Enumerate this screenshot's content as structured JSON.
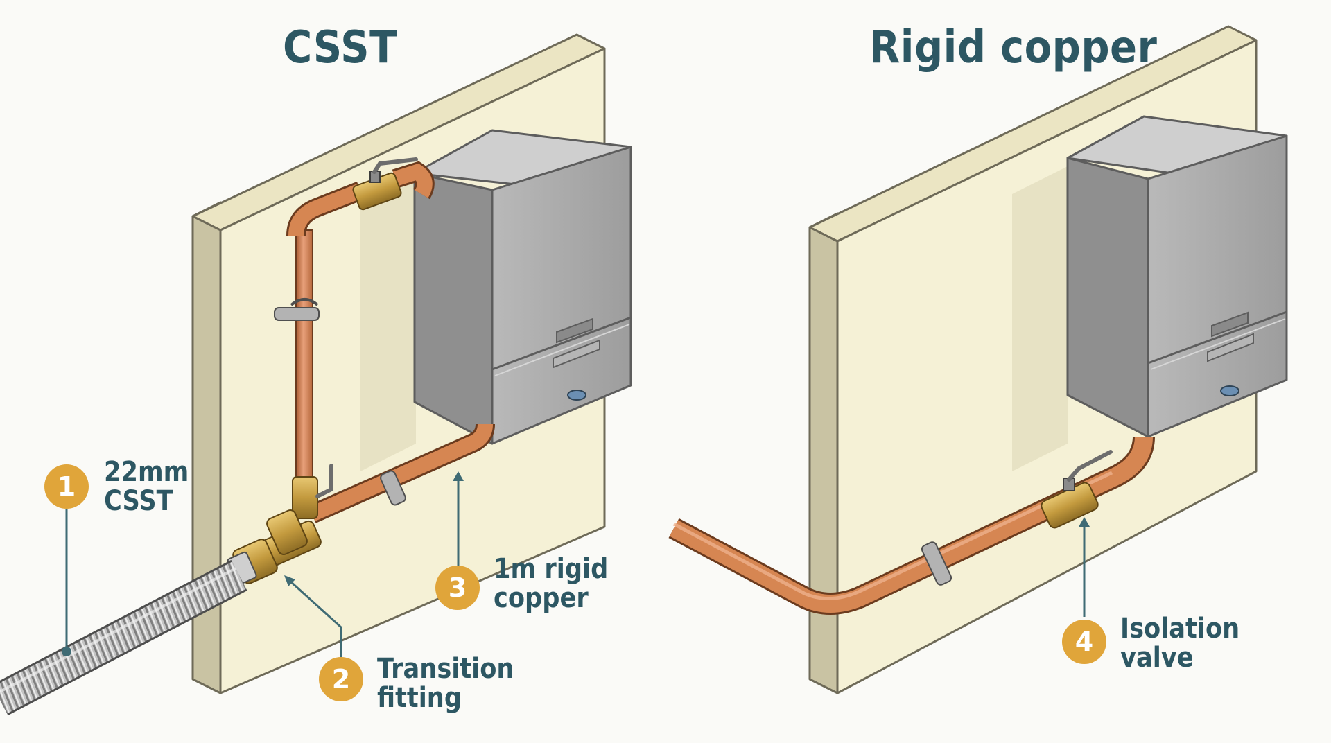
{
  "panels": {
    "left": {
      "title": "CSST"
    },
    "right": {
      "title": "Rigid copper"
    }
  },
  "callouts": [
    {
      "number": "1",
      "lines": [
        "22mm",
        "CSST"
      ]
    },
    {
      "number": "2",
      "lines": [
        "Transition",
        "fitting"
      ]
    },
    {
      "number": "3",
      "lines": [
        "1m rigid",
        "copper"
      ]
    },
    {
      "number": "4",
      "lines": [
        "Isolation",
        "valve"
      ]
    }
  ],
  "colors": {
    "title_text": "#2d5763",
    "badge": "#e0a53a",
    "leader_line": "#3f6b74",
    "wall_face": "#f5f1d6",
    "wall_side": "#c9c3a3",
    "copper": "#d9895a",
    "brass": "#c9a24a",
    "boiler": "#a9a9a9",
    "csst": "#b8b8b8"
  },
  "icons": [
    "boiler-unit",
    "copper-pipe",
    "flexible-csst-hose",
    "ball-valve",
    "pipe-clip",
    "transition-fitting"
  ]
}
